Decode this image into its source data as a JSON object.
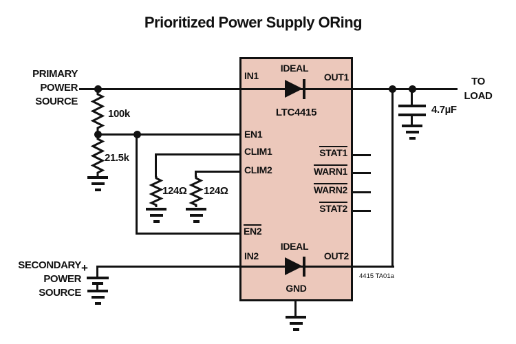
{
  "title": "Prioritized Power Supply ORing",
  "ic": {
    "name": "LTC4415",
    "ideal": "IDEAL",
    "pins": {
      "in1": "IN1",
      "out1": "OUT1",
      "en1": "EN1",
      "clim1": "CLIM1",
      "clim2": "CLIM2",
      "stat1": "STAT1",
      "warn1": "WARN1",
      "warn2": "WARN2",
      "stat2": "STAT2",
      "en2": "EN2",
      "in2": "IN2",
      "out2": "OUT2",
      "gnd": "GND"
    }
  },
  "labels": {
    "primary_source": [
      "PRIMARY",
      "POWER",
      "SOURCE"
    ],
    "secondary_source": [
      "SECONDARY",
      "POWER",
      "SOURCE"
    ],
    "to_load": [
      "TO",
      "LOAD"
    ],
    "r_top": "100k",
    "r_bottom": "21.5k",
    "clim_r1": "124Ω",
    "clim_r2": "124Ω",
    "cap": "4.7µF",
    "battery_plus": "+",
    "note": "4415 TA01a"
  },
  "colors": {
    "ic_fill": "#ecc8bb",
    "line": "#111111"
  }
}
